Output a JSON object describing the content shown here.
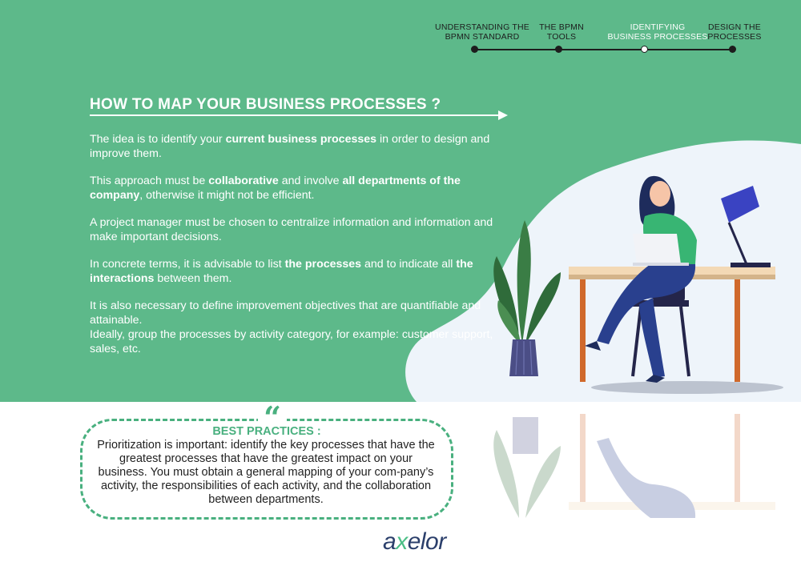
{
  "stepper": {
    "steps": [
      {
        "label": "UNDERSTANDING THE\nBPMN STANDARD",
        "active": false
      },
      {
        "label": "THE BPMN\nTOOLS",
        "active": false
      },
      {
        "label": "IDENTIFYING\nBUSINESS PROCESSES",
        "active": true
      },
      {
        "label": "DESIGN THE\nPROCESSES",
        "active": false
      }
    ]
  },
  "title": "HOW TO MAP YOUR BUSINESS PROCESSES ?",
  "paragraphs": {
    "p1_a": "The idea is to identify your ",
    "p1_b": "current business processes",
    "p1_c": " in order to design and improve them.",
    "p2_a": "This approach must be ",
    "p2_b": "collaborative",
    "p2_c": " and involve ",
    "p2_d": "all departments of the company",
    "p2_e": ", otherwise it might not be efficient.",
    "p3": "A project manager must be chosen to centralize information and information and make important decisions.",
    "p4_a": "In concrete terms, it is advisable to list ",
    "p4_b": "the processes",
    "p4_c": " and to indicate all ",
    "p4_d": "the interactions",
    "p4_e": " between them.",
    "p5": "It is also necessary to define improvement objectives that are quantifiable and attainable.",
    "p6": "Ideally, group the processes by activity category, for example: customer support, sales, etc."
  },
  "best_practices": {
    "quote_mark": "“",
    "title": "BEST PRACTICES :",
    "text": "Prioritization is important: identify the key processes that have the greatest processes that have the greatest impact on your business. You must obtain a general mapping of your com-pany’s activity, the responsibilities of each activity, and the collaboration between departments."
  },
  "logo": {
    "a": "a",
    "x": "x",
    "rest": "elor"
  },
  "colors": {
    "green": "#5db98a",
    "accent_green": "#49b07f",
    "white": "#ffffff",
    "dark": "#1d1d1d",
    "logo_blue": "#2b3f6b",
    "bubble": "#eef4fa"
  },
  "illustration": {
    "subject": "woman working on laptop at desk with lamp and potted plant",
    "icons": [
      "woman-figure",
      "laptop-icon",
      "desk-lamp-icon",
      "potted-plant-icon",
      "chair-icon"
    ]
  }
}
